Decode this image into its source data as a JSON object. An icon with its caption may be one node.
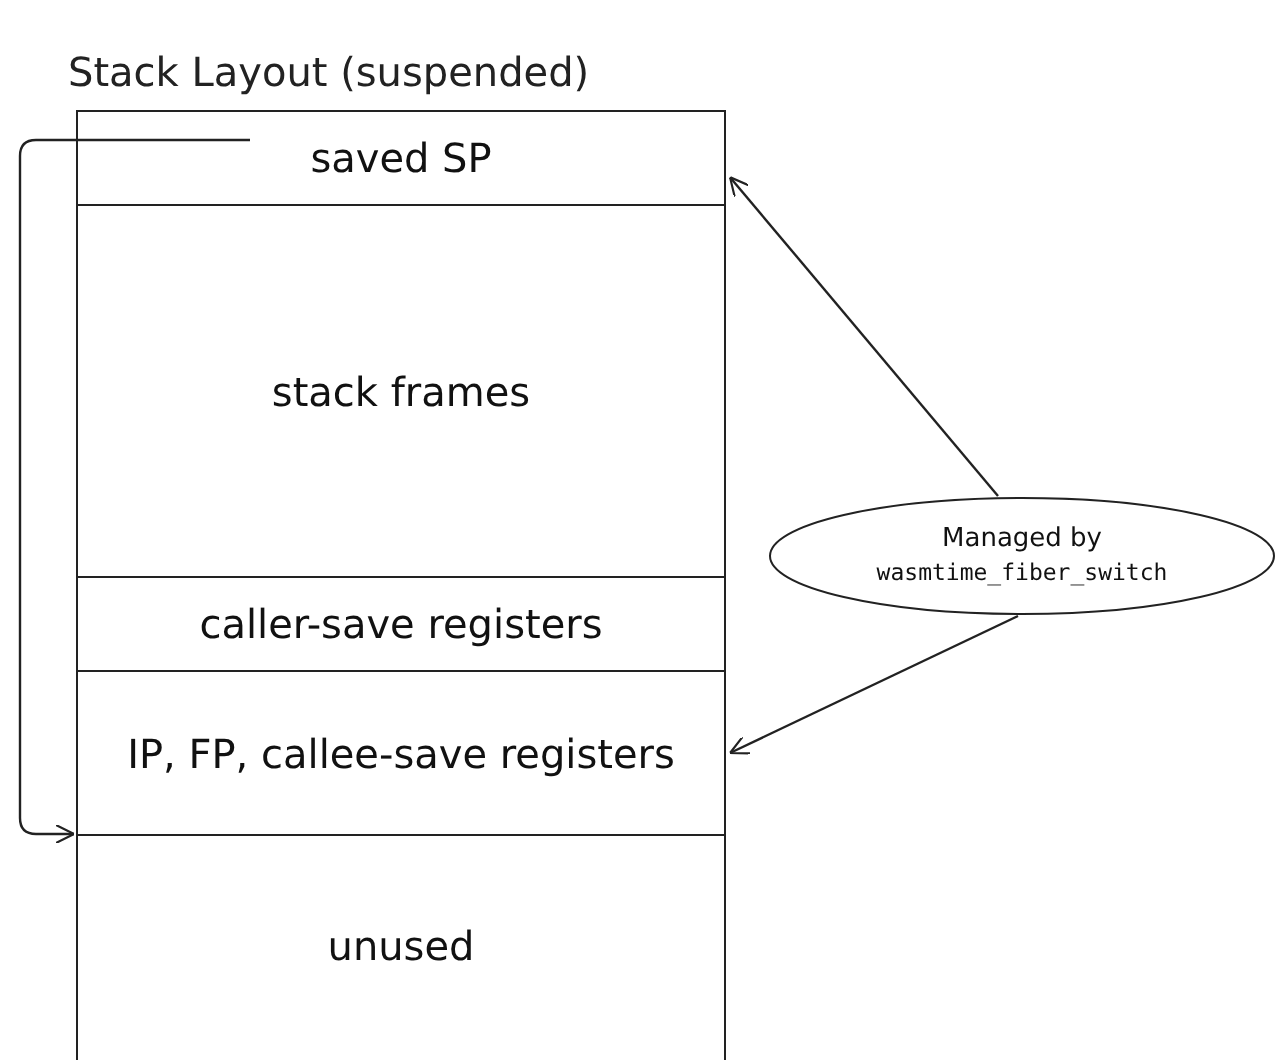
{
  "diagram": {
    "title": "Stack Layout (suspended)",
    "nodes": [
      {
        "text": [
          "saved SP"
        ]
      },
      {
        "text": [
          "stack frames"
        ]
      },
      {
        "text": [
          "caller-save registers"
        ]
      },
      {
        "text": [
          "IP, FP, callee-save registers"
        ]
      },
      {
        "text": [
          "unused"
        ]
      },
      {
        "text": [
          "Managed by",
          "wasmtime_fiber_switch"
        ]
      }
    ],
    "edges": [
      {
        "from": 0,
        "to": 4,
        "arrow": "to"
      },
      {
        "from": 5,
        "to": 0,
        "arrow": "to"
      },
      {
        "from": 5,
        "to": 3,
        "arrow": "to"
      }
    ]
  }
}
